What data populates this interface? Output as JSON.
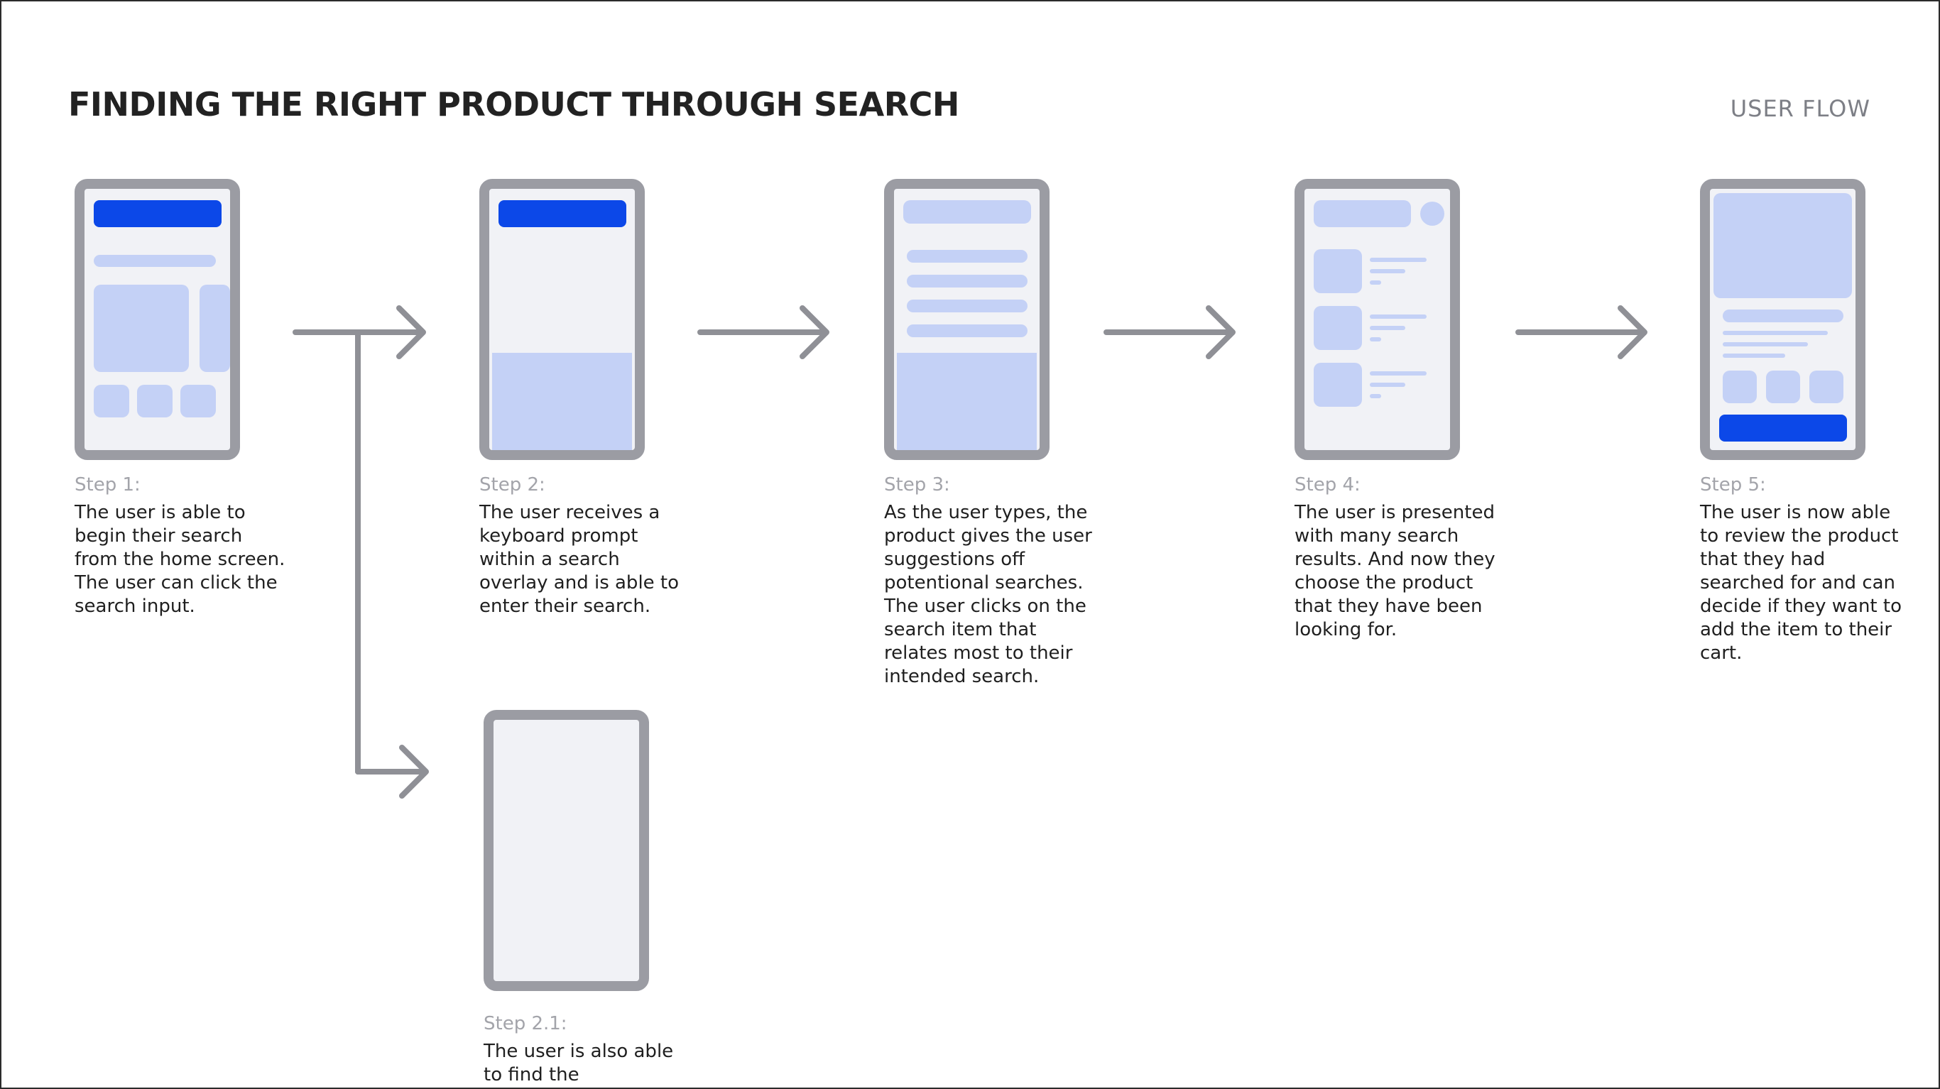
{
  "header": {
    "title": "FINDING THE RIGHT PRODUCT THROUGH SEARCH",
    "flow_label": "USER FLOW"
  },
  "colors": {
    "wireframe_border": "#9b9ca3",
    "wireframe_fill": "#f1f2f6",
    "placeholder_block": "#c4d1f6",
    "primary_action": "#0c48e8",
    "arrow": "#8f9096",
    "step_label": "#a3a4aa",
    "body_text": "#1f1f1f"
  },
  "steps": [
    {
      "label": "Step 1:",
      "description": "The user is able to begin their search from the home screen. The user can click the search input."
    },
    {
      "label": "Step 2:",
      "description": "The user receives a keyboard prompt within a search overlay and is able to enter their search."
    },
    {
      "label": "Step 2.1:",
      "description": "The user is also able to find the"
    },
    {
      "label": "Step 3:",
      "description": "As the user types, the product gives the user suggestions off potentional searches. The user clicks on the search item that relates most to their intended search."
    },
    {
      "label": "Step 4:",
      "description": "The user is presented with many search results. And now they choose the product that they have been looking for."
    },
    {
      "label": "Step 5:",
      "description": "The user is now able to review the product that they had searched for and can decide if they want to add the item to their cart."
    }
  ]
}
